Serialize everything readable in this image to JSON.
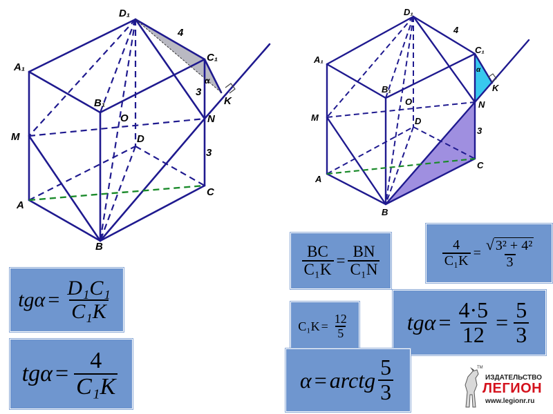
{
  "left_figure": {
    "labels": {
      "D1": "D₁",
      "A1": "A₁",
      "B1": "B₁",
      "C1": "C₁",
      "O": "O",
      "M": "M",
      "N": "N",
      "D": "D",
      "A": "A",
      "B": "B",
      "C": "C",
      "K": "K",
      "alpha": "α"
    },
    "edge_labels": {
      "d1c1": "4",
      "c1n": "3",
      "nc": "3"
    }
  },
  "right_figure": {
    "labels": {
      "D1": "D₁",
      "A1": "A₁",
      "B1": "B₁",
      "C1": "C₁",
      "O": "O",
      "M": "M",
      "N": "N",
      "D": "D",
      "A": "A",
      "B": "B",
      "C": "C",
      "K": "K",
      "alpha": "α"
    },
    "edge_labels": {
      "d1c1": "4",
      "nc": "3"
    }
  },
  "colors": {
    "line": "#1f1a8f",
    "green": "#1a8a2a",
    "gray_fill": "#b9b9c2",
    "cyan_fill": "#38c8ee",
    "purple_fill": "#9f8fe0",
    "box": "#6f96cf",
    "logo_red": "#d4121d"
  },
  "formulas": {
    "f1": {
      "lhs": "tgα",
      "eq": "=",
      "num": "D₁C₁",
      "den": "C₁K"
    },
    "f2": {
      "lhs": "tgα",
      "eq": "=",
      "num": "4",
      "den": "C₁K"
    },
    "f3": {
      "n1": "BC",
      "d1": "C₁K",
      "eq": "=",
      "n2": "BN",
      "d2": "C₁N"
    },
    "f4": {
      "n1": "4",
      "d1": "C₁K",
      "eq": "=",
      "sqrt": "3² + 4²",
      "d2": "3"
    },
    "f5": {
      "lhs": "C₁K",
      "eq": "=",
      "num": "12",
      "den": "5"
    },
    "f6": {
      "lhs": "tgα",
      "eq": "=",
      "n1": "4·5",
      "d1": "12",
      "eq2": "=",
      "n2": "5",
      "d2": "3"
    },
    "f7": {
      "lhs": "α",
      "eq": "=",
      "fn": "arctg",
      "num": "5",
      "den": "3"
    }
  },
  "logo": {
    "tm": "TM",
    "publisher": "ИЗДАТЕЛЬСТВО",
    "brand": "ЛЕГИОН",
    "url": "www.legionr.ru"
  }
}
